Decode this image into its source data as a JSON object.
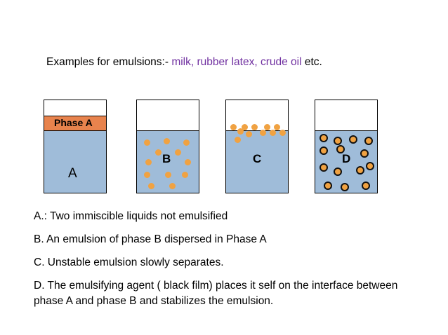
{
  "intro": {
    "prefix": "Examples for emulsions:- ",
    "examples": "milk, rubber latex, crude oil",
    "suffix": " etc."
  },
  "beakers": [
    {
      "letter": "A",
      "phase_label": "Phase A"
    },
    {
      "letter": "B"
    },
    {
      "letter": "C"
    },
    {
      "letter": "D"
    }
  ],
  "captions": [
    "A.: Two immiscible liquids not emulsified",
    "B. An emulsion of phase B dispersed in Phase A",
    "C. Unstable emulsion slowly separates.",
    "D. The emulsifying agent ( black film) places it self on the interface between",
    "phase A and phase B and stabilizes the emulsion."
  ],
  "colors": {
    "phase_a_band": "#e8834d",
    "liquid": "#9fbcd9",
    "droplet": "#f0a242",
    "emphasis": "#7030a0"
  }
}
